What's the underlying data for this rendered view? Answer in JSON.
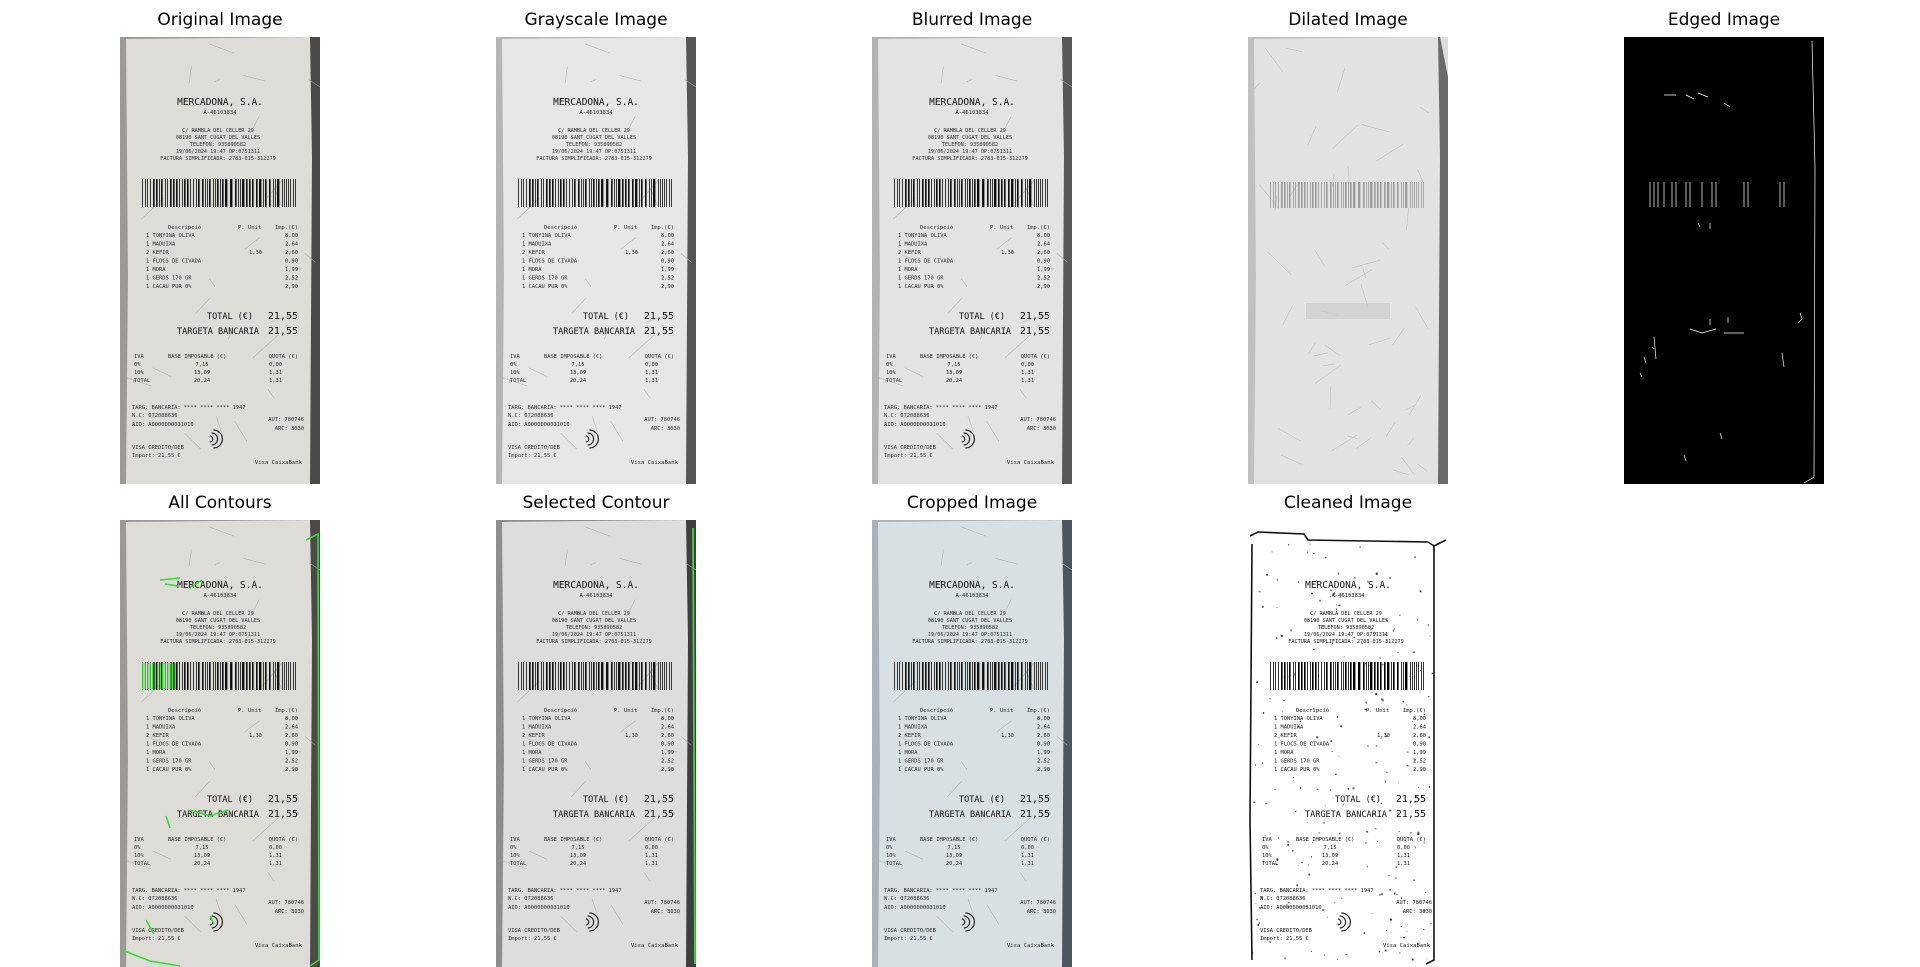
{
  "figure": {
    "panels": [
      {
        "id": "original",
        "title": "Original Image",
        "variant": "original"
      },
      {
        "id": "grayscale",
        "title": "Grayscale Image",
        "variant": "gray"
      },
      {
        "id": "blurred",
        "title": "Blurred Image",
        "variant": "blur"
      },
      {
        "id": "dilated",
        "title": "Dilated Image",
        "variant": "dilate"
      },
      {
        "id": "edged",
        "title": "Edged Image",
        "variant": "edge"
      },
      {
        "id": "contours",
        "title": "All Contours",
        "variant": "contours"
      },
      {
        "id": "selected",
        "title": "Selected Contour",
        "variant": "selected"
      },
      {
        "id": "cropped",
        "title": "Cropped Image",
        "variant": "crop"
      },
      {
        "id": "cleaned",
        "title": "Cleaned Image",
        "variant": "clean"
      }
    ]
  },
  "receipt": {
    "store": "MERCADONA, S.A.",
    "cif": "A-46103834",
    "address": [
      "C/ RAMBLA DEL CELLER 29",
      "08190 SANT CUGAT DEL VALLES",
      "TELEFON: 935890582",
      "19/06/2024 19:47 OP:0751311",
      "FACTURA SIMPLIFICADA: 2783-015-312279"
    ],
    "header_desc": "Descripció",
    "header_punit": "P. Unit",
    "header_imp": "Imp.(€)",
    "items": [
      {
        "text": "1 TONYINA OLIVA",
        "unit": "",
        "amount": "8,00"
      },
      {
        "text": "1 MADUIXA",
        "unit": "",
        "amount": "2,64"
      },
      {
        "text": "2 KEFIR",
        "unit": "1,30",
        "amount": "2,60"
      },
      {
        "text": "1 FLOCS DE CIVADA",
        "unit": "",
        "amount": "0,90"
      },
      {
        "text": "1 MORA",
        "unit": "",
        "amount": "1,99"
      },
      {
        "text": "1 GERDS 170 GR",
        "unit": "",
        "amount": "2,52"
      },
      {
        "text": "1 CACAU PUR 0%",
        "unit": "",
        "amount": "2,90"
      }
    ],
    "total_label": "TOTAL (€)",
    "total": "21,55",
    "card_label": "TARGETA BANCARIA",
    "card_total": "21,55",
    "tax_header": [
      "IVA",
      "BASE IMPOSABLE (€)",
      "QUOTA (€)"
    ],
    "tax_rows": [
      [
        "0%",
        "7,15",
        "0,00"
      ],
      [
        "10%",
        "13,09",
        "1,31"
      ],
      [
        "TOTAL",
        "20,24",
        "1,31"
      ]
    ],
    "card_line": "TARG. BANCARIA:  **** **** **** 1947",
    "nc_line": "N.C: 072088636",
    "aut_line": "AUT: 780746",
    "aid_line": "AID: A0000000031010",
    "arc_line": "ARC: 3030",
    "visa_line": "VISA CREDITO/DEB",
    "import_line": "Import: 21,55 €",
    "bank_line": "Visa CaixaBank"
  }
}
